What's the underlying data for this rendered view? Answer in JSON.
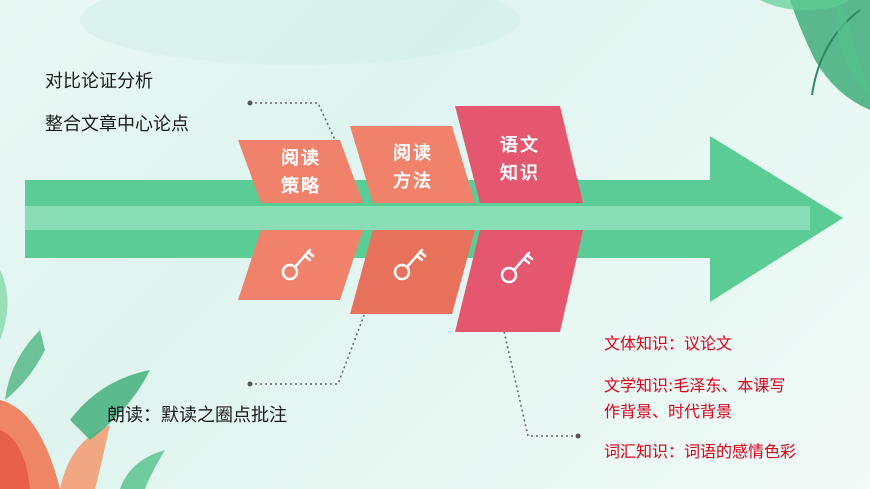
{
  "colors": {
    "arrow": "#5bcc95",
    "arrow_bar": "#8fe0b8",
    "orange": "#f0826c",
    "orange_dark": "#e8715b",
    "pink": "#e5566f",
    "red_text": "#d9001b"
  },
  "left_notes": {
    "line1": "对比论证分析",
    "line2": "整合文章中心论点",
    "bottom": "朗读：默读之圈点批注"
  },
  "steps": [
    {
      "line1": "阅读",
      "line2": "策略",
      "icon": "key-icon"
    },
    {
      "line1": "阅读",
      "line2": "方法",
      "icon": "key-icon"
    },
    {
      "line1": "语文",
      "line2": "知识",
      "icon": "key-icon"
    }
  ],
  "right_notes": {
    "genre": "文体知识：议论文",
    "literature_line1": "文学知识:毛泽东、本课写",
    "literature_line2": "作背景、时代背景",
    "vocabulary": "词汇知识：词语的感情色彩"
  }
}
